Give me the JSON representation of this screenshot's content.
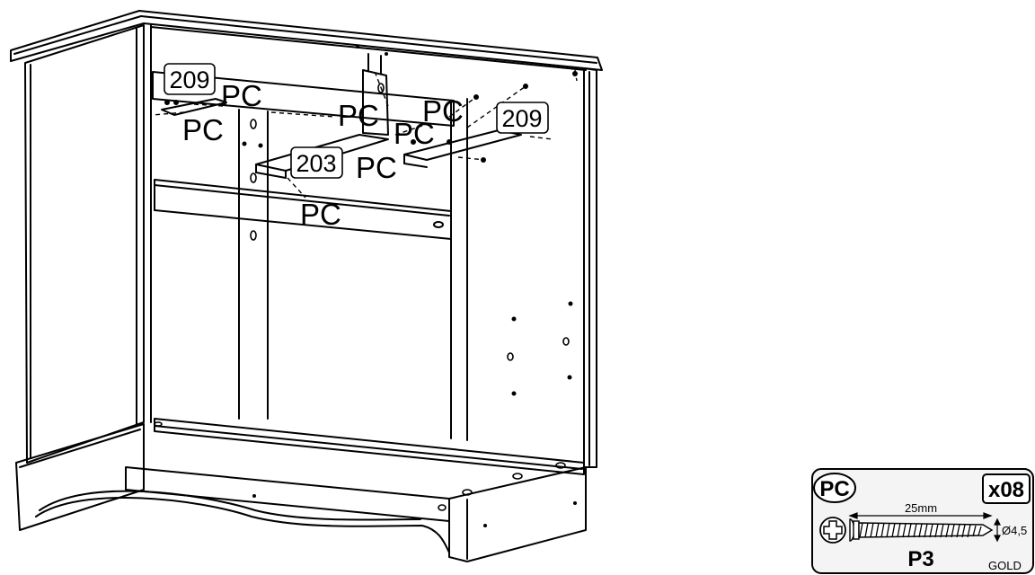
{
  "callouts": {
    "part_209_left": "209",
    "part_209_right": "209",
    "part_203": "203",
    "pc_top_left": "PC",
    "pc_mid_left": "PC",
    "pc_center_a": "PC",
    "pc_center_b": "PC",
    "pc_top_right": "PC",
    "pc_under_203": "PC",
    "pc_rail": "PC"
  },
  "screw_card": {
    "code": "PC",
    "quantity": "x08",
    "length": "25mm",
    "diameter": "Ø4,5",
    "part_number": "P3",
    "finish": "GOLD",
    "head_icon": "phillips-head-icon",
    "screw_icon": "wood-screw-icon"
  },
  "colors": {
    "line": "#000000",
    "fill": "#ffffff",
    "card_fill": "#f4f4f4"
  }
}
